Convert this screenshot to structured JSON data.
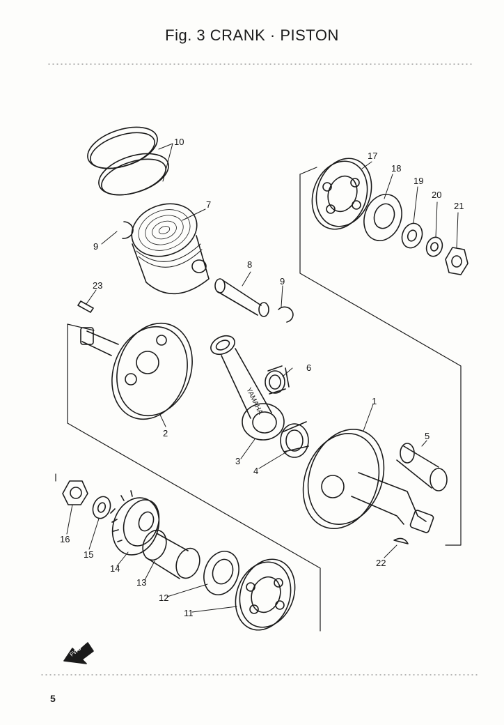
{
  "figure": {
    "title": "Fig. 3  CRANK · PISTON",
    "page_number": "5",
    "fwd_label": "FWD",
    "rod_stamp": "YAMAHA"
  },
  "callouts": [
    "10",
    "7",
    "9",
    "8",
    "9",
    "23",
    "6",
    "2",
    "3",
    "4",
    "17",
    "18",
    "19",
    "20",
    "21",
    "1",
    "5",
    "16",
    "15",
    "14",
    "13",
    "12",
    "11",
    "22"
  ],
  "colors": {
    "ink": "#1a1a1a",
    "paper": "#fdfdfb"
  }
}
